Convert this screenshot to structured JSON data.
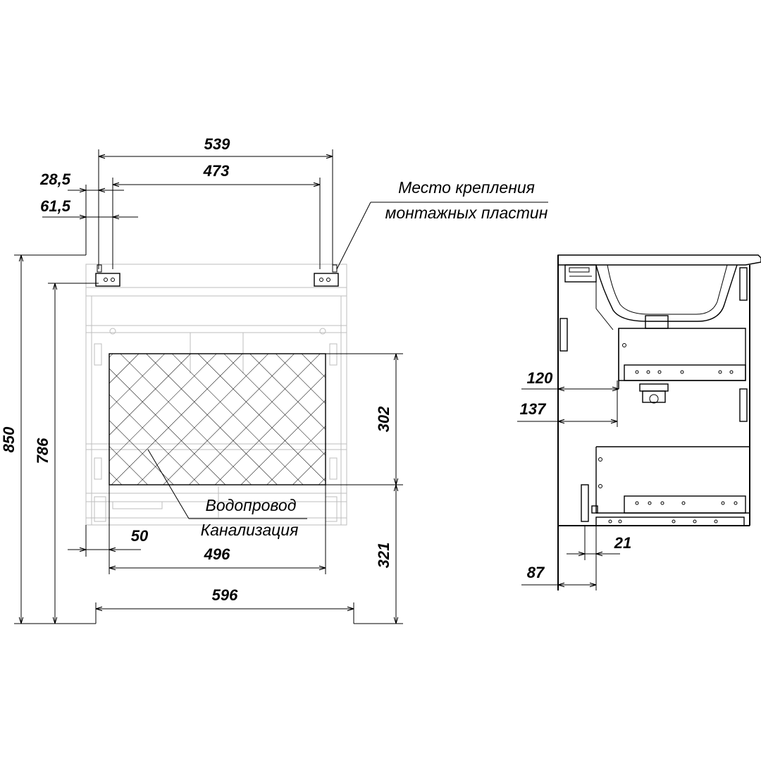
{
  "front_view": {
    "dimensions": {
      "width_539": "539",
      "width_473": "473",
      "offset_28_5": "28,5",
      "offset_61_5": "61,5",
      "height_850": "850",
      "height_786": "786",
      "height_302": "302",
      "height_321": "321",
      "offset_50": "50",
      "width_496": "496",
      "width_596": "596"
    },
    "callouts": {
      "mounting_line1": "Место крепления",
      "mounting_line2": "монтажных пластин",
      "water_supply": "Водопровод",
      "sewage": "Канализация"
    }
  },
  "side_view": {
    "dimensions": {
      "depth_120": "120",
      "depth_137": "137",
      "depth_21": "21",
      "depth_87": "87"
    }
  }
}
